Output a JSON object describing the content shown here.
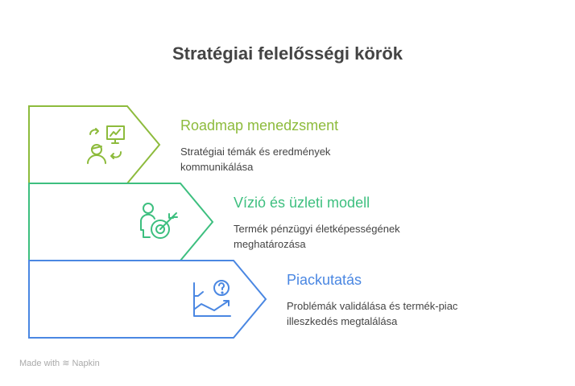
{
  "title": "Stratégiai felelősségi körök",
  "items": [
    {
      "heading": "Roadmap menedzsment",
      "desc1": "Stratégiai témák és eredmények",
      "desc2": "kommunikálása",
      "color": "#8DBB3C",
      "icon": "presentation-person-icon"
    },
    {
      "heading": "Vízió és üzleti modell",
      "desc1": "Termék pénzügyi életképességének",
      "desc2": "meghatározása",
      "color": "#3DBF7F",
      "icon": "person-target-icon"
    },
    {
      "heading": "Piackutatás",
      "desc1": "Problémák validálása és termék-piac",
      "desc2": "illeszkedés megtalálása",
      "color": "#4A87E2",
      "icon": "chart-question-icon"
    }
  ],
  "footer": {
    "prefix": "Made with",
    "brand": "Napkin"
  }
}
